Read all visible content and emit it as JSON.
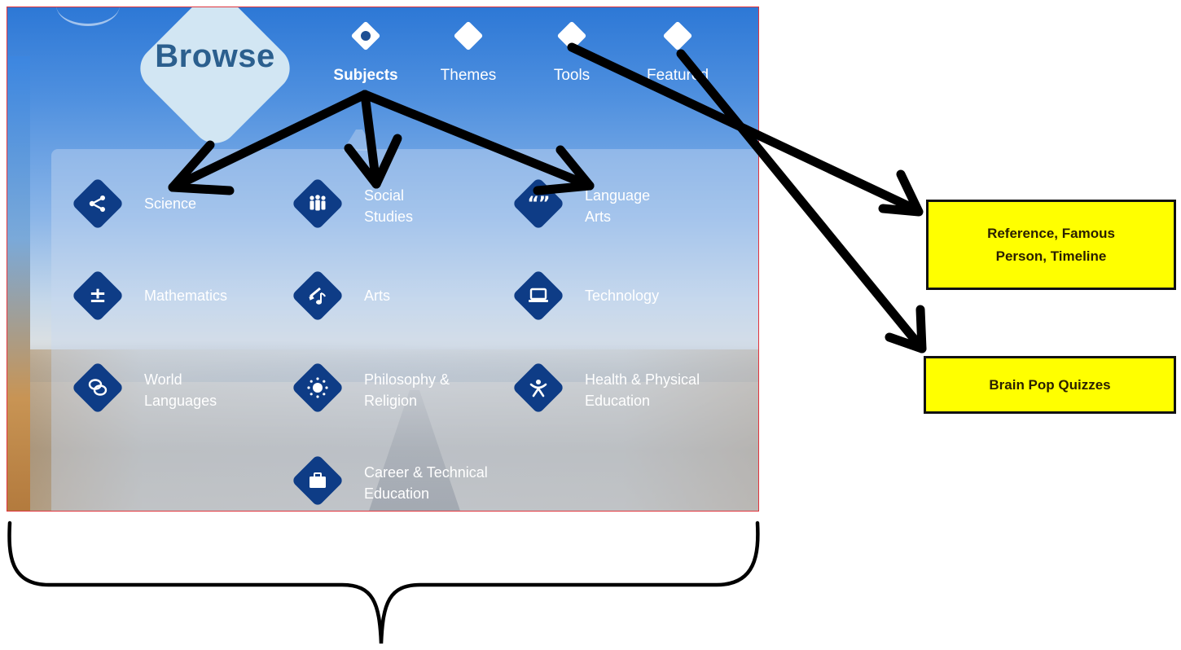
{
  "screenshot": {
    "browse_label": "Browse",
    "nav_tabs": [
      {
        "label": "Subjects",
        "active": true
      },
      {
        "label": "Themes",
        "active": false
      },
      {
        "label": "Tools",
        "active": false
      },
      {
        "label": "Featured",
        "active": false
      }
    ],
    "subjects": [
      {
        "label": "Science",
        "icon": "share-nodes-icon"
      },
      {
        "label": "Social\nStudies",
        "icon": "people-group-icon"
      },
      {
        "label": "Language\nArts",
        "icon": "quote-marks-icon"
      },
      {
        "label": "Mathematics",
        "icon": "plus-minus-icon"
      },
      {
        "label": "Arts",
        "icon": "paintbrush-music-note-icon"
      },
      {
        "label": "Technology",
        "icon": "laptop-icon"
      },
      {
        "label": "World\nLanguages",
        "icon": "speech-bubbles-icon"
      },
      {
        "label": "Philosophy &\nReligion",
        "icon": "sun-icon"
      },
      {
        "label": "Health & Physical\nEducation",
        "icon": "person-exercising-icon"
      },
      {
        "label": "Career & Technical\nEducation",
        "icon": "briefcase-icon"
      }
    ]
  },
  "annotations": {
    "callout_tools": "Reference, Famous\nPerson, Timeline",
    "callout_featured": "Brain Pop Quizzes"
  },
  "colors": {
    "icon_fill": "#0e3c86",
    "callout_fill": "#ffff00",
    "frame_border": "#e0343c"
  }
}
